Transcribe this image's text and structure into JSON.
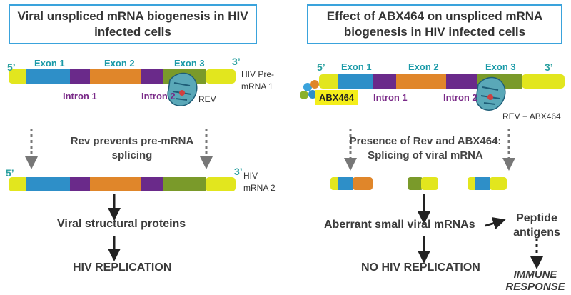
{
  "left": {
    "title": "Viral unspliced mRNA biogenesis in HIV infected cells",
    "five_prime": "5’",
    "three_prime": "3’",
    "exons": [
      "Exon 1",
      "Exon 2",
      "Exon 3"
    ],
    "introns": [
      "Intron 1",
      "Intron 2"
    ],
    "rev_label": "REV",
    "premrna_label": "HIV Pre-mRNA 1",
    "step_text": "Rev prevents pre-mRNA splicing",
    "five_prime_2": "5’",
    "three_prime_2": "3’",
    "mrna2_label": "HIV mRNA 2",
    "proteins": "Viral structural proteins",
    "replication": "HIV REPLICATION"
  },
  "right": {
    "title": "Effect of ABX464 on unspliced mRNA biogenesis in HIV infected cells",
    "five_prime": "5’",
    "three_prime": "3’",
    "exons": [
      "Exon 1",
      "Exon 2",
      "Exon 3"
    ],
    "introns": [
      "Intron 1",
      "Intron 2"
    ],
    "abx_label": "ABX464",
    "rev_abx_label": "REV + ABX464",
    "step_text": "Presence of Rev and ABX464: Splicing of viral mRNA",
    "aberrant": "Aberrant small viral mRNAs",
    "peptide": "Peptide antigens",
    "no_replication": "NO HIV REPLICATION",
    "immune": "IMMUNE RESPONSE"
  },
  "colors": {
    "frame": "#3aa3dc",
    "yellow": "#e2e61e",
    "blue": "#2e8fc8",
    "purple": "#6a2a8a",
    "orange": "#e0862a",
    "green": "#7a9a2a",
    "exon_text": "#1a9aa8",
    "intron_text": "#7a2a88",
    "abx_highlight": "#f4ee1a"
  }
}
